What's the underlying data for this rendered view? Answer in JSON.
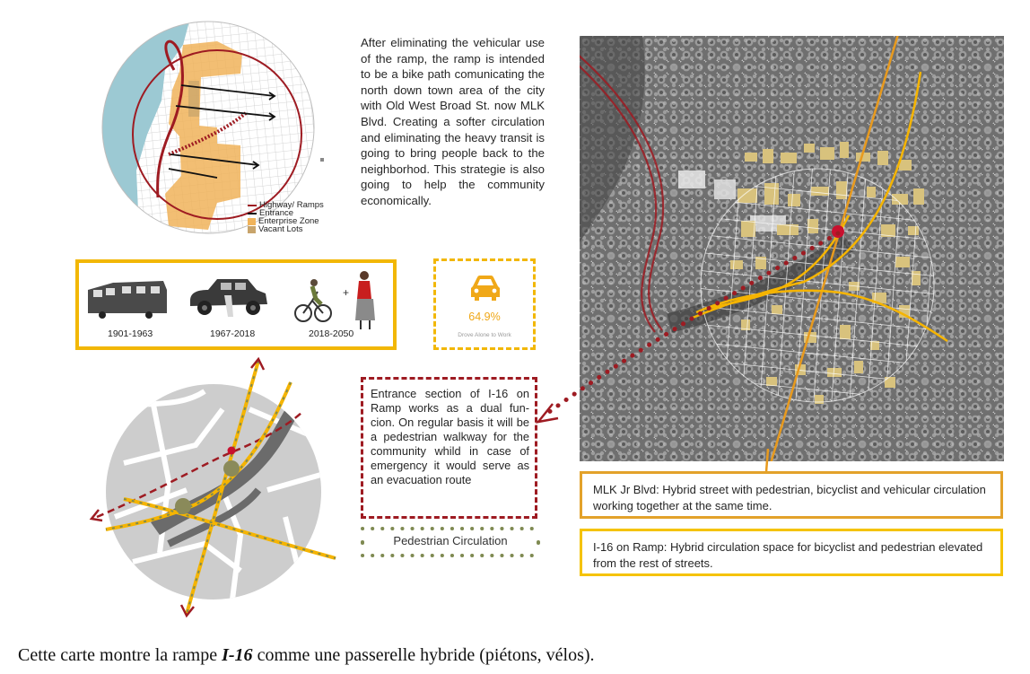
{
  "intro_text": "After eliminating the vehicular use of the ramp, the ramp is intended to be a bike path comunicating the north down town area of the city with Old West Broad St. now MLK Blvd. Creating a softer circulation and eliminating the heavy transit is going to bring people back to the neighborhod. This strategie is also going to help the community economically.",
  "legend": [
    {
      "label": "Highway/ Ramps",
      "color": "#9e1b22"
    },
    {
      "label": "Entrance",
      "color": "#111111"
    },
    {
      "label": "Enterprise Zone",
      "color": "#f0b35a"
    },
    {
      "label": "Vacant Lots",
      "color": "#c8a46b"
    }
  ],
  "timeline": [
    {
      "period": "1901-1963",
      "icon": "streetcar-icon"
    },
    {
      "period": "1967-2018",
      "icon": "vintage-car-icon"
    },
    {
      "period": "2018-2050",
      "icon": "cyclist-pedestrian-icon"
    }
  ],
  "timeline_plus": "+",
  "stat": {
    "value": "64.9%",
    "label": "Drove Alone to Work",
    "icon": "car-icon",
    "color": "#f0a818"
  },
  "entrance_text": "Entrance section of I-16 on Ramp works as a dual fun-cion. On regular basis it will be a pedestrian walkway for the community whild in case of emergency it would serve as an evacuation route",
  "pedestrian_label": "Pedestrian Circulation",
  "mlk_text": "MLK Jr Blvd: Hybrid street with pedestrian, bicyclist and vehicular circulation working together at the same time.",
  "i16_text": "I-16 on Ramp: Hybrid circulation space for bicyclist and pedestrian elevated from the rest of streets.",
  "caption": {
    "before": "Cette carte montre la rampe ",
    "emph": "I-16",
    "after": " comme une passerelle hybride (piétons, vélos)."
  },
  "colors": {
    "ramp": "#9e1b22",
    "route": "#f5b400",
    "water": "#9cc9d3",
    "enterprise": "#f0b35a",
    "pedestrian": "#7f8a52"
  }
}
